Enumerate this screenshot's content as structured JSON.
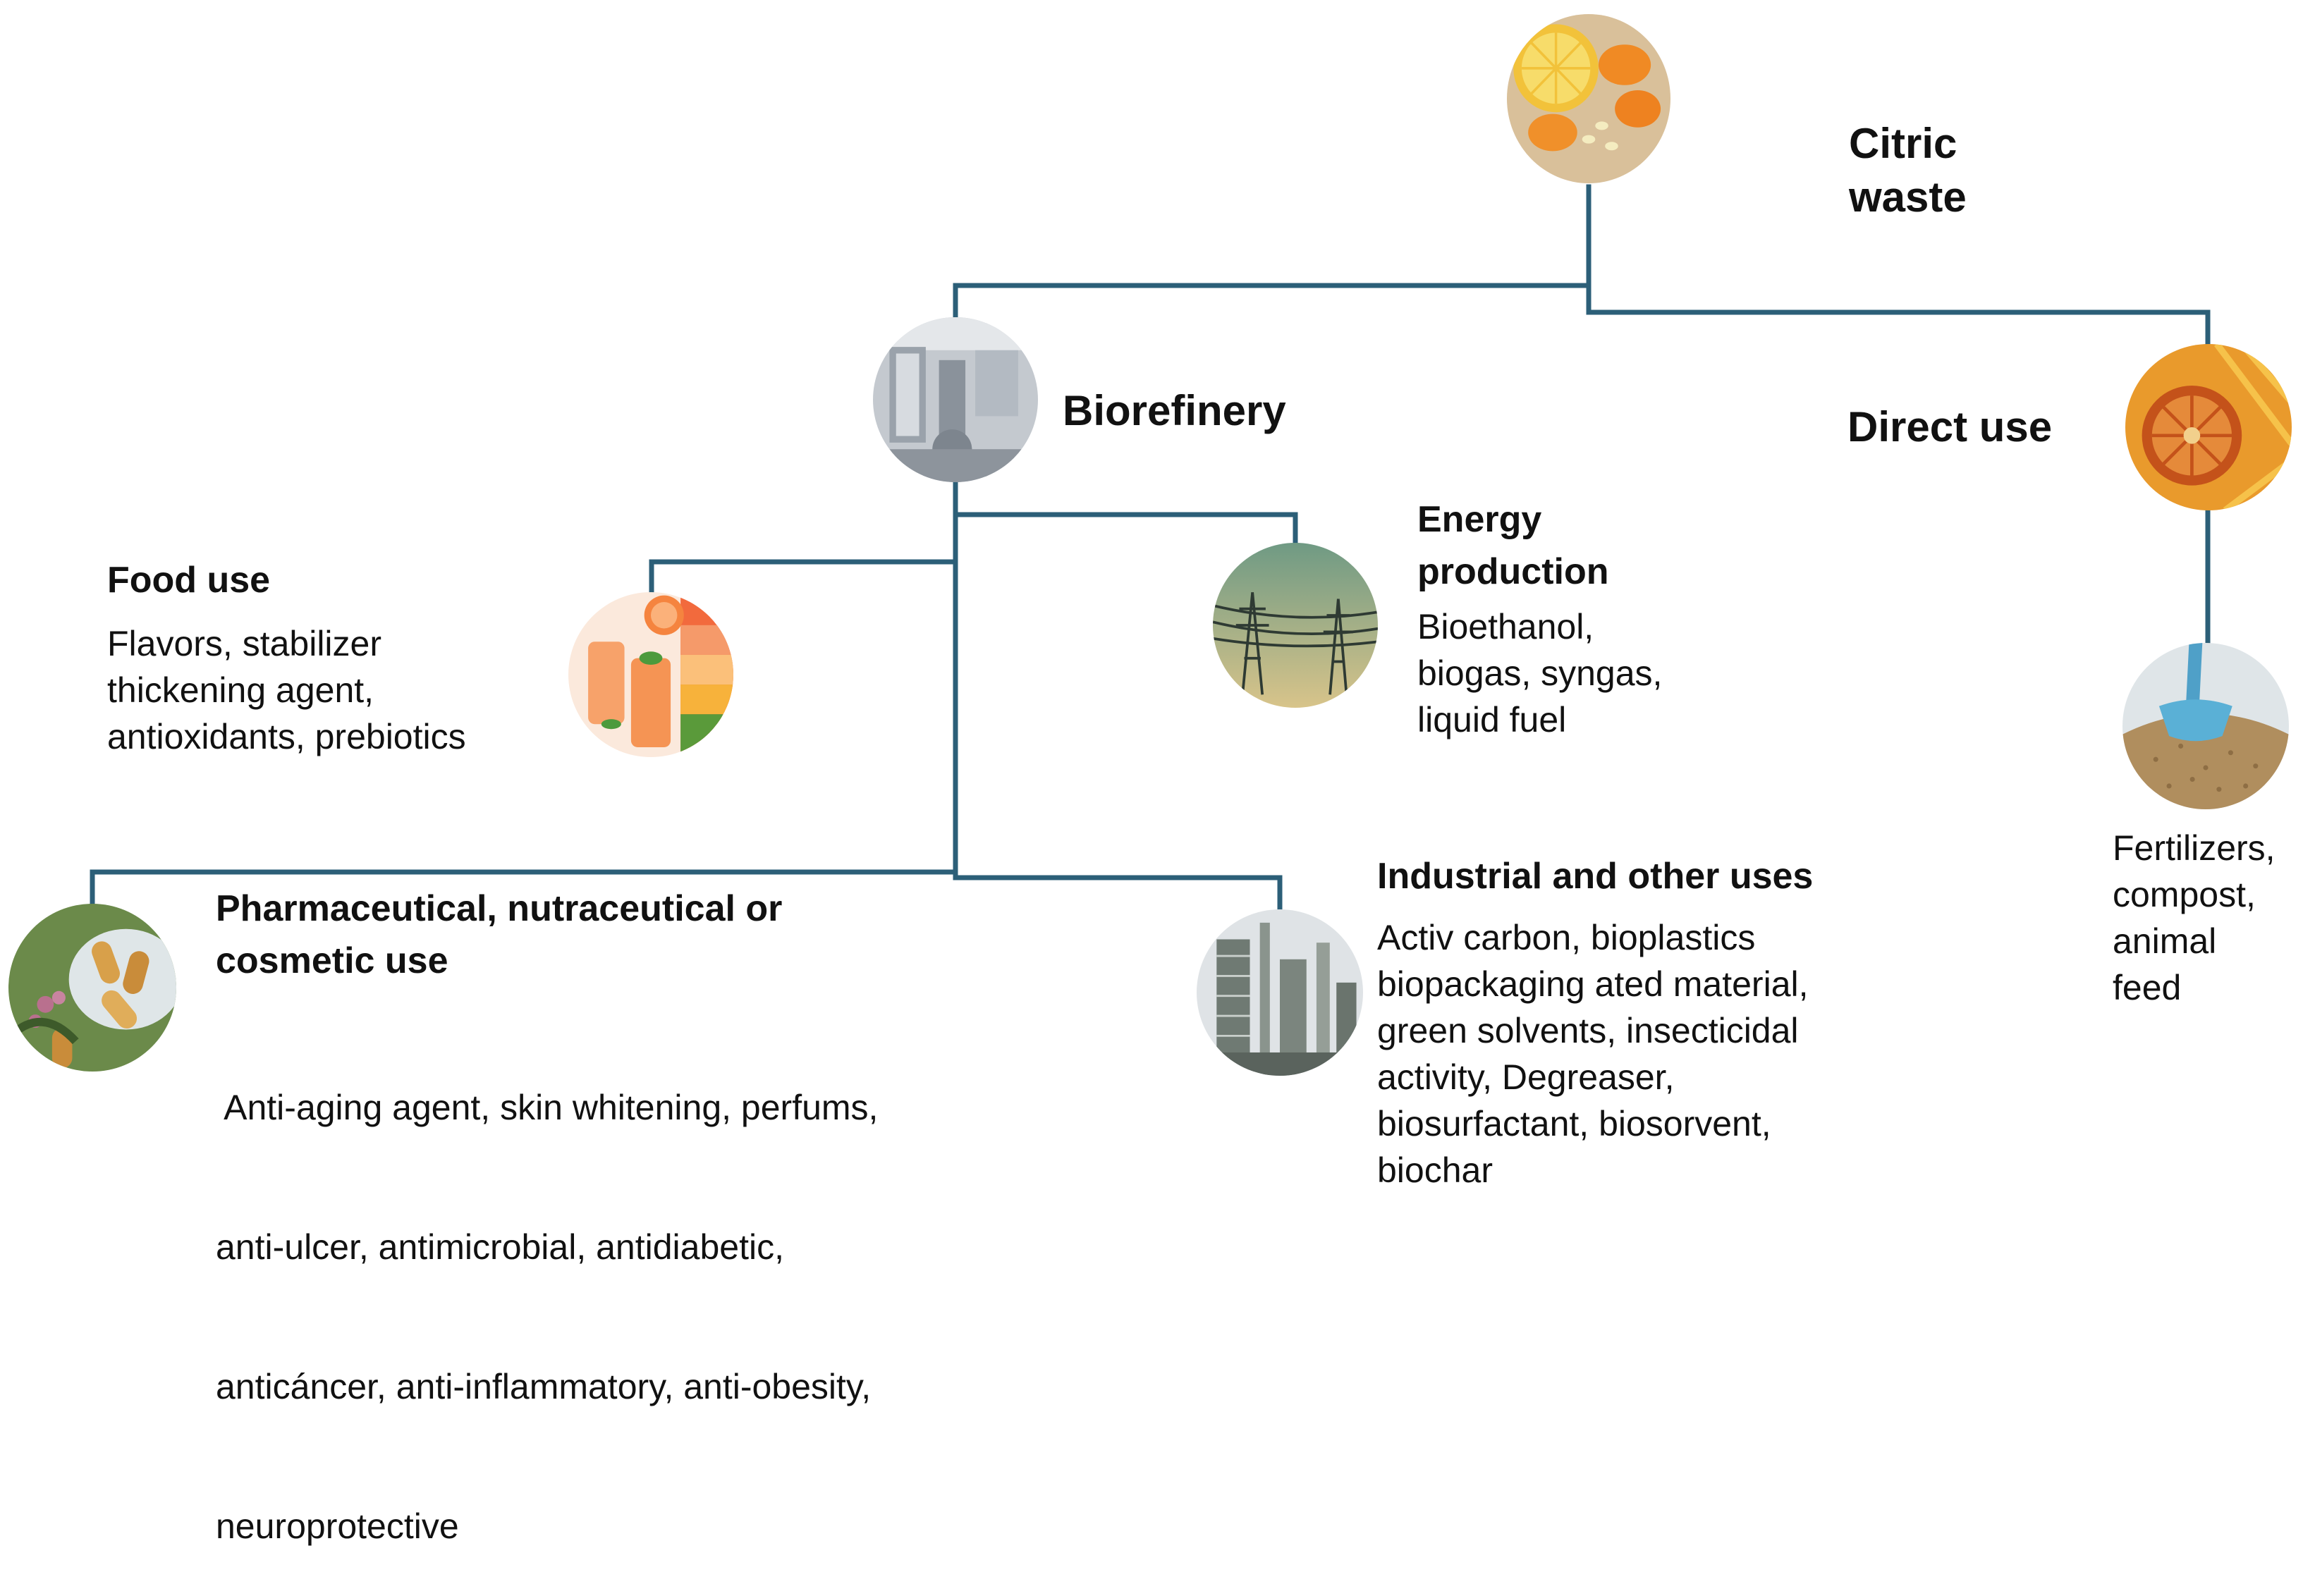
{
  "colors": {
    "connector": "#2c5f78"
  },
  "nodes": {
    "citric_waste": {
      "title_lines": [
        "Citric",
        "waste"
      ],
      "icon": "citrus-fruit-icon"
    },
    "biorefinery": {
      "title": "Biorefinery",
      "icon": "industrial-plant-icon"
    },
    "direct_use": {
      "title": "Direct use",
      "icon": "dried-orange-icon"
    },
    "food_use": {
      "title": "Food use",
      "lines": [
        "Flavors, stabilizer",
        "thickening agent,",
        "antioxidants, prebiotics"
      ],
      "icon": "citrus-drinks-icon"
    },
    "energy_production": {
      "title_lines": [
        "Energy",
        "production"
      ],
      "lines": [
        "Bioethanol,",
        "biogas, syngas,",
        "liquid fuel"
      ],
      "icon": "power-lines-icon"
    },
    "pharmaceutical": {
      "title_lines": [
        "Pharmaceutical, nutraceutical or",
        "cosmetic use"
      ],
      "lines": [
        " Anti-aging agent, skin whitening, perfums,",
        "anti-ulcer, antimicrobial, antidiabetic,",
        "anticáncer, anti-inflammatory, anti-obesity,",
        "neuroprotective"
      ],
      "icon": "capsules-herbs-icon"
    },
    "industrial": {
      "title": "Industrial and other uses",
      "lines": [
        "Activ carbon, bioplastics",
        "biopackaging ated material,",
        "green solvents, insecticidal",
        "activity, Degreaser,",
        "biosurfactant, biosorvent,",
        "biochar"
      ],
      "icon": "refinery-towers-icon"
    },
    "fertilizers": {
      "lines": [
        "Fertilizers,",
        "compost,",
        "animal",
        "feed"
      ],
      "icon": "grain-scoop-icon"
    }
  }
}
